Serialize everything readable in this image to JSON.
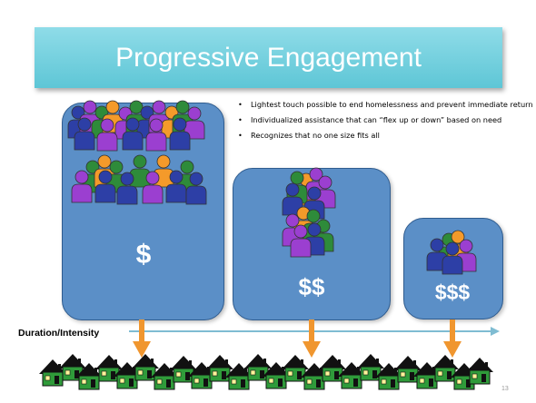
{
  "slide": {
    "title": "Progressive Engagement",
    "bullets": [
      "Lightest touch possible to end homelessness and prevent immediate return",
      "Individualized assistance that can “flex up or down” based on need",
      "Recognizes that no one size fits all"
    ],
    "panels": [
      {
        "label": "$"
      },
      {
        "label": "$$"
      },
      {
        "label": "$$$"
      }
    ],
    "axis_label": "Duration/Intensity",
    "page_number": "13"
  },
  "colors": {
    "title_bg": "#5ec6d6",
    "panel_fill": "#5b8fc7",
    "panel_border": "#2f5c8f",
    "arrow_orange": "#f0962f",
    "axis_line": "#7fbcd2",
    "house_green": "#2f9b3a"
  },
  "icons": [
    "people-group-icon",
    "down-arrow-icon",
    "house-icon"
  ]
}
